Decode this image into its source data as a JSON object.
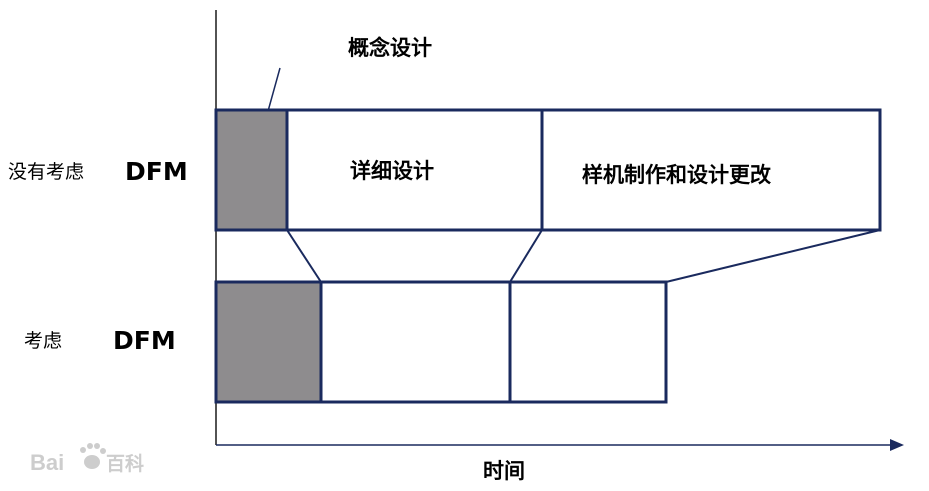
{
  "labels": {
    "concept_design": "概念设计",
    "detailed_design": "详细设计",
    "prototype_and_changes": "样机制作和设计更改",
    "row_without_prefix": "没有考虑",
    "row_without_dfm": "DFM",
    "row_with_prefix": "考虑",
    "row_with_dfm": "DFM",
    "time_axis": "时间"
  },
  "watermark": {
    "text_latin": "Bai",
    "text_cn": "百科"
  },
  "colors": {
    "frame_navy": "#1a2a5e",
    "concept_fill": "#8e8c8e",
    "axis": "#1a1a1a",
    "arrow": "#1a2a5e",
    "watermark": "#c8c8c8"
  }
}
